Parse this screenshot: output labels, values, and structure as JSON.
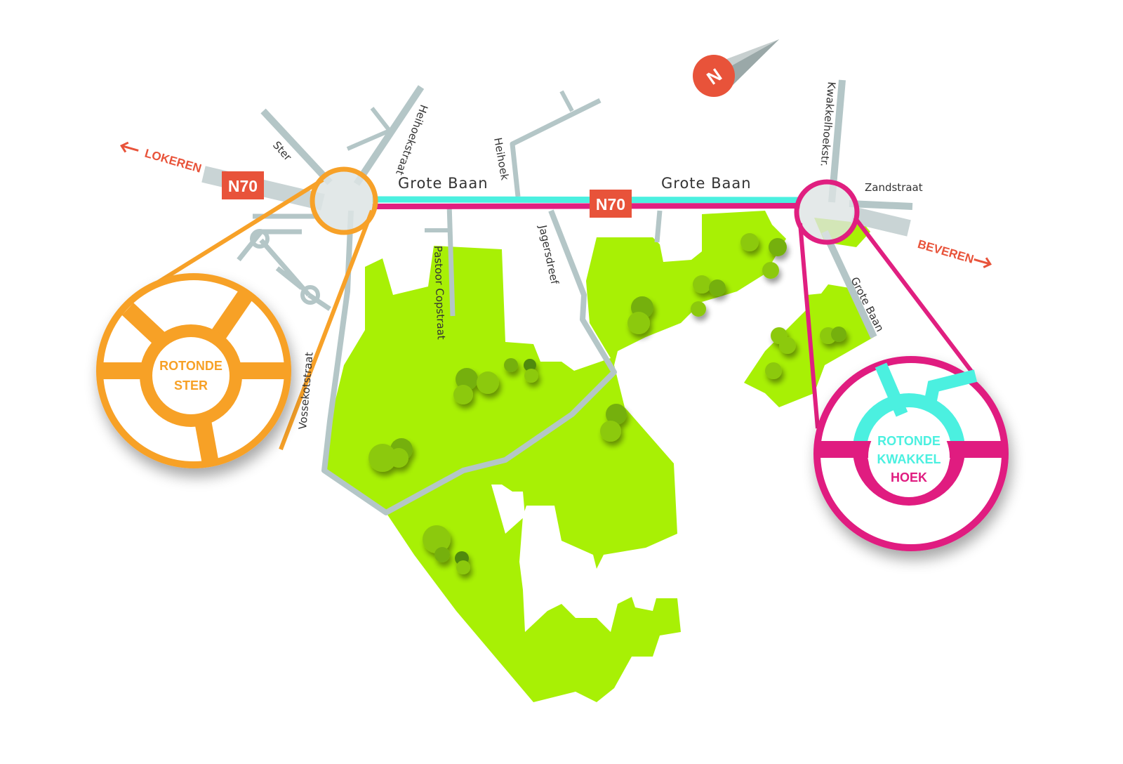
{
  "colors": {
    "park": "#a8f005",
    "road": "#b4c6c7",
    "road_light": "#dde4e4",
    "tree": "#8cc90a",
    "tree_dark": "#4f8a09",
    "rotonde_ster": "#f7a128",
    "rotonde_kwakkelhoek": "#e01f80",
    "cyan_lane": "#4bf0e0",
    "accent_red": "#e8533a"
  },
  "compass": {
    "label": "N",
    "icon": "north-arrow-icon"
  },
  "road_shields": [
    {
      "label": "N70"
    },
    {
      "label": "N70"
    }
  ],
  "directions": [
    {
      "label": "LOKEREN",
      "icon": "arrow-left-icon"
    },
    {
      "label": "BEVEREN",
      "icon": "arrow-right-icon"
    }
  ],
  "streets": {
    "grote_baan_west": "Grote Baan",
    "grote_baan_east": "Grote Baan",
    "grote_baan_south": "Grote Baan",
    "ster": "Ster",
    "heihoekstraat": "Heihoekstraat",
    "heihoek": "Heihoek",
    "pastoor_copstraat": "Pastoor Copstraat",
    "jagersdreef": "Jagersdreef",
    "vossekotstraat": "Vossekotstraat",
    "kwakkelhoekstr": "Kwakkelhoekstr.",
    "zandstraat": "Zandstraat"
  },
  "insets": {
    "ster": {
      "line1": "ROTONDE",
      "line2": "STER"
    },
    "kwakkelhoek": {
      "line1": "ROTONDE",
      "line2": "KWAKKEL",
      "line3": "HOEK"
    }
  }
}
